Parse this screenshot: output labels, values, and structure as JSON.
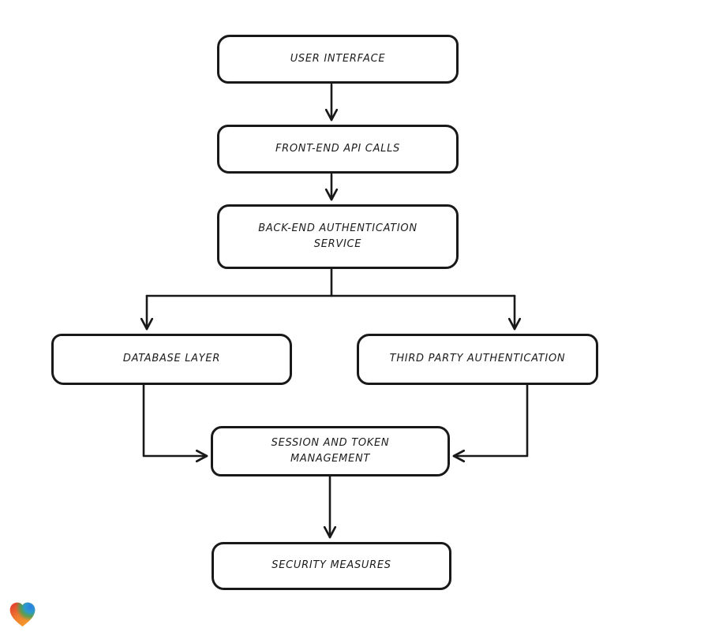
{
  "diagram": {
    "type": "flowchart",
    "style": "hand-drawn",
    "nodes": [
      {
        "id": "user-interface",
        "label": "USER INTERFACE"
      },
      {
        "id": "front-end-api-calls",
        "label": "FRONT-END API CALLS"
      },
      {
        "id": "back-end-authentication-service",
        "label": "BACK-END AUTHENTICATION SERVICE"
      },
      {
        "id": "database-layer",
        "label": "DATABASE LAYER"
      },
      {
        "id": "third-party-authentication",
        "label": "THIRD PARTY AUTHENTICATION"
      },
      {
        "id": "session-and-token-management",
        "label": "SESSION AND TOKEN MANAGEMENT"
      },
      {
        "id": "security-measures",
        "label": "SECURITY MEASURES"
      }
    ],
    "edges": [
      {
        "from": "user-interface",
        "to": "front-end-api-calls"
      },
      {
        "from": "front-end-api-calls",
        "to": "back-end-authentication-service"
      },
      {
        "from": "back-end-authentication-service",
        "to": "database-layer"
      },
      {
        "from": "back-end-authentication-service",
        "to": "third-party-authentication"
      },
      {
        "from": "database-layer",
        "to": "session-and-token-management"
      },
      {
        "from": "third-party-authentication",
        "to": "session-and-token-management"
      },
      {
        "from": "session-and-token-management",
        "to": "security-measures"
      }
    ],
    "colors": {
      "stroke": "#191919",
      "node_fill": "#ffffff",
      "background": "#ffffff",
      "text": "#1c1c1c"
    },
    "logo": {
      "name": "gradient-heart-logo",
      "colors": [
        "#e3322e",
        "#ee7a2e",
        "#f6a32c",
        "#3fa257",
        "#2c7ee2"
      ]
    }
  }
}
